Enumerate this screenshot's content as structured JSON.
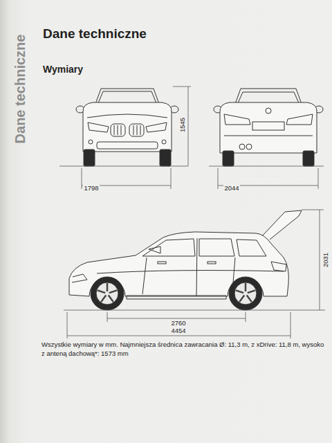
{
  "diagram": {
    "title": "Dane techniczne",
    "caption": "Wszystkie wymiary w mm. Najmniejsza średnica zawracania Ø: 11,3 m, z xDrive: 11,8 m, wysoko z anteną dachową*: 1573 mm",
    "labels": [
      "Dane techniczne",
      "Wymiary",
      "1545",
      "1798",
      "2044",
      "2031",
      "2760",
      "4454"
    ]
  }
}
